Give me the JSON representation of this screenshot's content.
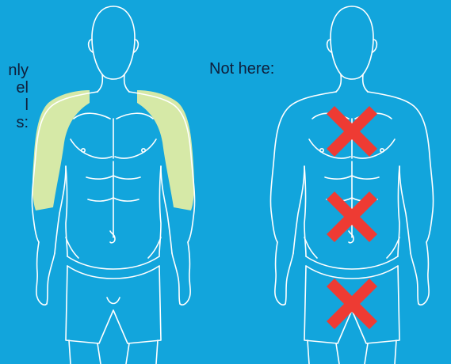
{
  "left_panel": {
    "instruction_lines": [
      "nly",
      "el",
      "l",
      "s:"
    ],
    "highlight_color": "#d6e9a7",
    "highlight_region": "shoulders-and-upper-arms"
  },
  "right_panel": {
    "label": "Not here:",
    "marker_icon": "red-x-cross",
    "marker_color": "#ee3b33",
    "marker_regions": [
      "chest",
      "abdomen",
      "groin"
    ]
  },
  "outline_color": "#ffffff",
  "background_color": "#12a5dc"
}
